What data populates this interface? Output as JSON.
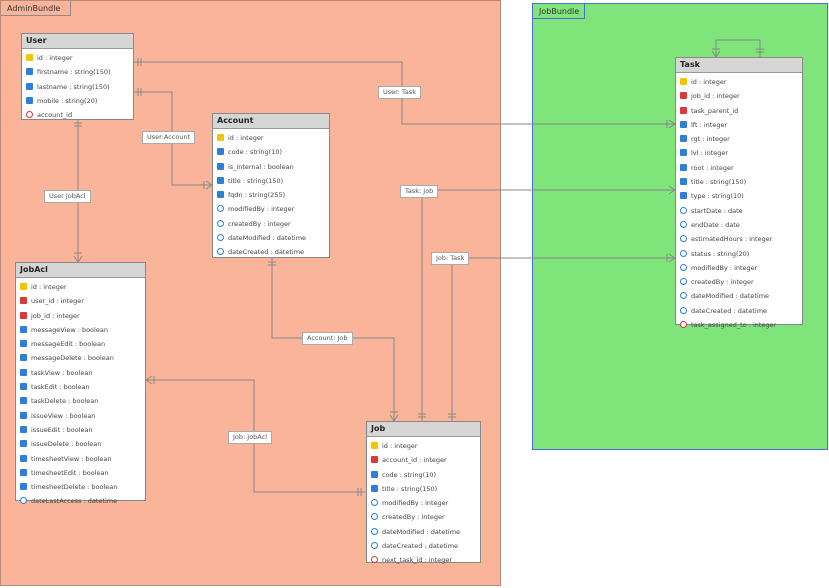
{
  "packages": {
    "admin": {
      "name": "AdminBundle"
    },
    "job": {
      "name": "JobBundle"
    }
  },
  "entities": {
    "user": {
      "name": "User",
      "attributes": [
        {
          "kind": "pk",
          "text": "id : integer"
        },
        {
          "kind": "col",
          "text": "firstname : string(150)"
        },
        {
          "kind": "col",
          "text": "lastname : string(150)"
        },
        {
          "kind": "col",
          "text": "mobile : string(20)"
        },
        {
          "kind": "fko",
          "text": "account_id"
        }
      ]
    },
    "account": {
      "name": "Account",
      "attributes": [
        {
          "kind": "pk",
          "text": "id : integer"
        },
        {
          "kind": "col",
          "text": "code : string(10)"
        },
        {
          "kind": "col",
          "text": "is_internal : boolean"
        },
        {
          "kind": "col",
          "text": "title : string(150)"
        },
        {
          "kind": "col",
          "text": "fqdn : string(255)"
        },
        {
          "kind": "colo",
          "text": "modifiedBy : integer"
        },
        {
          "kind": "colo",
          "text": "createdBy : integer"
        },
        {
          "kind": "colo",
          "text": "dateModified : datetime"
        },
        {
          "kind": "colo",
          "text": "dateCreated : datetime"
        }
      ]
    },
    "jobacl": {
      "name": "JobAcl",
      "attributes": [
        {
          "kind": "pk",
          "text": "id : integer"
        },
        {
          "kind": "fk",
          "text": "user_id : integer"
        },
        {
          "kind": "fk",
          "text": "job_id : integer"
        },
        {
          "kind": "col",
          "text": "messageView : boolean"
        },
        {
          "kind": "col",
          "text": "messageEdit : boolean"
        },
        {
          "kind": "col",
          "text": "messageDelete : boolean"
        },
        {
          "kind": "col",
          "text": "taskView : boolean"
        },
        {
          "kind": "col",
          "text": "taskEdit : boolean"
        },
        {
          "kind": "col",
          "text": "taskDelete : boolean"
        },
        {
          "kind": "col",
          "text": "issueView : boolean"
        },
        {
          "kind": "col",
          "text": "issueEdit : boolean"
        },
        {
          "kind": "col",
          "text": "issueDelete : boolean"
        },
        {
          "kind": "col",
          "text": "timesheetView : boolean"
        },
        {
          "kind": "col",
          "text": "timesheetEdit : boolean"
        },
        {
          "kind": "col",
          "text": "timesheetDelete : boolean"
        },
        {
          "kind": "colo",
          "text": "dateLastAccess : datetime"
        }
      ]
    },
    "job": {
      "name": "Job",
      "attributes": [
        {
          "kind": "pk",
          "text": "id : integer"
        },
        {
          "kind": "fk",
          "text": "account_id : integer"
        },
        {
          "kind": "col",
          "text": "code : string(10)"
        },
        {
          "kind": "col",
          "text": "title : string(150)"
        },
        {
          "kind": "colo",
          "text": "modifiedBy : integer"
        },
        {
          "kind": "colo",
          "text": "createdBy : integer"
        },
        {
          "kind": "colo",
          "text": "dateModified : datetime"
        },
        {
          "kind": "colo",
          "text": "dateCreated : datetime"
        },
        {
          "kind": "fko",
          "text": "next_task_id : integer"
        }
      ]
    },
    "task": {
      "name": "Task",
      "attributes": [
        {
          "kind": "pk",
          "text": "id : integer"
        },
        {
          "kind": "fk",
          "text": "job_id : integer"
        },
        {
          "kind": "fk",
          "text": "task_parent_id"
        },
        {
          "kind": "col",
          "text": "lft : integer"
        },
        {
          "kind": "col",
          "text": "rgt : integer"
        },
        {
          "kind": "col",
          "text": "lvl : integer"
        },
        {
          "kind": "col",
          "text": "root : integer"
        },
        {
          "kind": "col",
          "text": "title : string(150)"
        },
        {
          "kind": "col",
          "text": "type : string(10)"
        },
        {
          "kind": "colo",
          "text": "startDate : date"
        },
        {
          "kind": "colo",
          "text": "endDate : date"
        },
        {
          "kind": "colo",
          "text": "estimatedHours : integer"
        },
        {
          "kind": "colo",
          "text": "status : string(20)"
        },
        {
          "kind": "colo",
          "text": "modifiedBy : integer"
        },
        {
          "kind": "colo",
          "text": "createdBy : integer"
        },
        {
          "kind": "colo",
          "text": "dateModified : datetime"
        },
        {
          "kind": "colo",
          "text": "dateCreated : datetime"
        },
        {
          "kind": "fko",
          "text": "task_assigned_to : integer"
        }
      ]
    }
  },
  "relationships": {
    "user_account": "User:Account",
    "user_jobacl": "User JobAcl",
    "user_task": "User: Task",
    "task_job": "Task: Job",
    "job_task": "Job: Task",
    "account_job": "Account: Job",
    "job_jobacl": "Job: JobAcl"
  }
}
